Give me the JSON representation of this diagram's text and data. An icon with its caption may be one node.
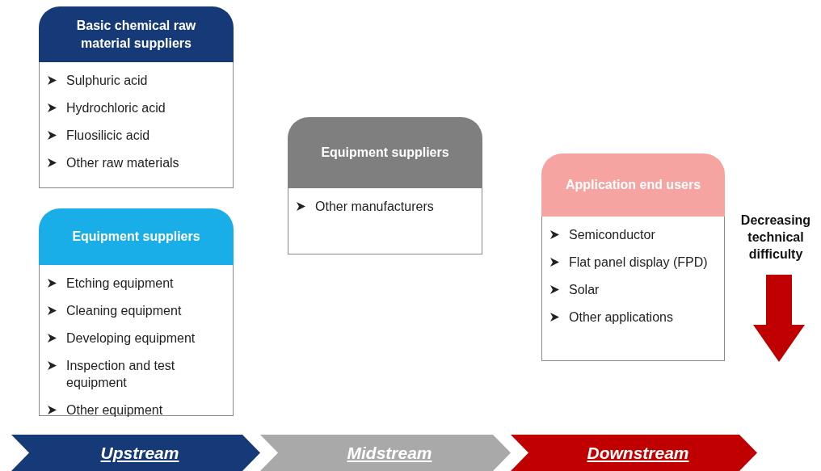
{
  "diagram": {
    "nodes": [
      {
        "text": [
          "Basic chemical raw material suppliers",
          "Sulphuric acid",
          "Hydrochloric acid",
          "Fluosilicic acid",
          "Other raw materials"
        ]
      },
      {
        "text": [
          "Equipment suppliers",
          "Etching equipment",
          "Cleaning equipment",
          "Developing equipment",
          "Inspection and test equipment",
          "Other equipment"
        ]
      },
      {
        "text": [
          "Equipment suppliers",
          "Other manufacturers"
        ]
      },
      {
        "text": [
          "Application end users",
          "Semiconductor",
          "Flat panel display (FPD)",
          "Solar",
          "Other applications"
        ]
      },
      {
        "text": [
          "Upstream"
        ]
      },
      {
        "text": [
          "Midstream"
        ]
      },
      {
        "text": [
          "Downstream"
        ]
      }
    ],
    "edges": [],
    "labels": [
      "Decreasing technical difficulty"
    ]
  }
}
